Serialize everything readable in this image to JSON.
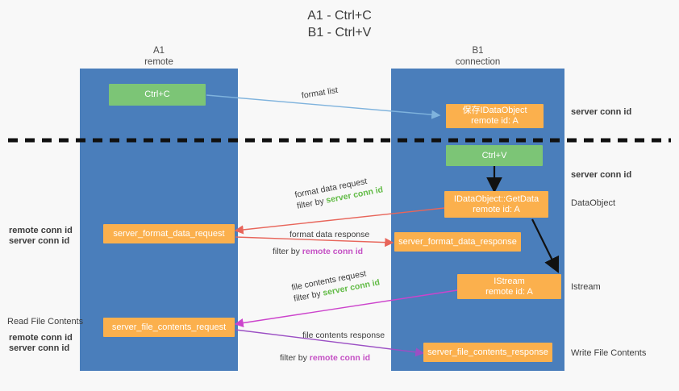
{
  "heading": {
    "line1": "A1 - Ctrl+C",
    "line2": "B1 - Ctrl+V"
  },
  "lanes": [
    {
      "name": "A1",
      "sub": "remote"
    },
    {
      "name": "B1",
      "sub": "connection"
    }
  ],
  "boxes": {
    "ctrl_c": {
      "label": "Ctrl+C"
    },
    "save_idataobject": {
      "line1": "保存IDataObject",
      "line2": "remote id: A"
    },
    "ctrl_v": {
      "label": "Ctrl+V"
    },
    "getdata": {
      "line1": "IDataObject::GetData",
      "line2": "remote id: A"
    },
    "istream": {
      "line1": "IStream",
      "line2": "remote id: A"
    },
    "server_format_data_request": {
      "label": "server_format_data_request"
    },
    "server_format_data_response": {
      "label": "server_format_data_response"
    },
    "server_file_contents_request": {
      "label": "server_file_contents_request"
    },
    "server_file_contents_response": {
      "label": "server_file_contents_response"
    }
  },
  "edge_labels": {
    "format_list": "format list",
    "format_data_request": "format data request",
    "format_data_request_filter_prefix": "filter by ",
    "format_data_request_filter_key": "server conn id",
    "format_data_response": "format data response",
    "format_data_response_filter_prefix": "filter by ",
    "format_data_response_filter_key": "remote conn id",
    "file_contents_request": "file contents request",
    "file_contents_request_filter_prefix": "filter by ",
    "file_contents_request_filter_key": "server conn id",
    "file_contents_response": "file contents response",
    "file_contents_response_filter_prefix": "filter by ",
    "file_contents_response_filter_key": "remote conn id"
  },
  "right_notes": {
    "server_conn_id_top": "server conn id",
    "server_conn_id_mid": "server conn id",
    "dataobject": "DataObject",
    "istream": "Istream",
    "write_file_contents": "Write File Contents"
  },
  "left_notes": {
    "remote_conn_id_1": "remote conn id",
    "server_conn_id_1": "server conn id",
    "read_file_contents": "Read File Contents",
    "remote_conn_id_2": "remote conn id",
    "server_conn_id_2": "server conn id"
  },
  "colors": {
    "lane": "#4a7ebb",
    "green_box": "#7cc576",
    "orange_box": "#fbb04d",
    "green_text": "#62bb46",
    "purple_text": "#c44fc4",
    "blue_arrow": "#7fb3dd",
    "red_arrow": "#e8655a",
    "magenta_arrow": "#cc44cc",
    "purple_arrow": "#9b4fc4",
    "black": "#000000",
    "background": "#f8f8f8"
  }
}
